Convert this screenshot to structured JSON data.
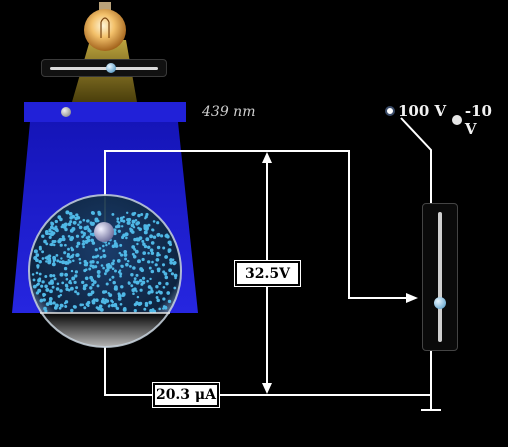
{
  "light_source": {
    "intensity_level": 0.55,
    "wavelength_fraction": 0.26,
    "beam_color": "#1c1ccc",
    "bulb_color": "#f3a247"
  },
  "wavelength": {
    "label": "439 nm"
  },
  "voltage_options": [
    {
      "label": "100 V",
      "selected": true
    },
    {
      "label": "-10 V",
      "selected": false
    }
  ],
  "battery": {
    "level": 0.7
  },
  "readouts": {
    "voltage": "32.5V",
    "current": "20.3 μA"
  },
  "colors": {
    "wire": "#ffffff",
    "electron": "#4fb8e6",
    "background": "#000000"
  }
}
